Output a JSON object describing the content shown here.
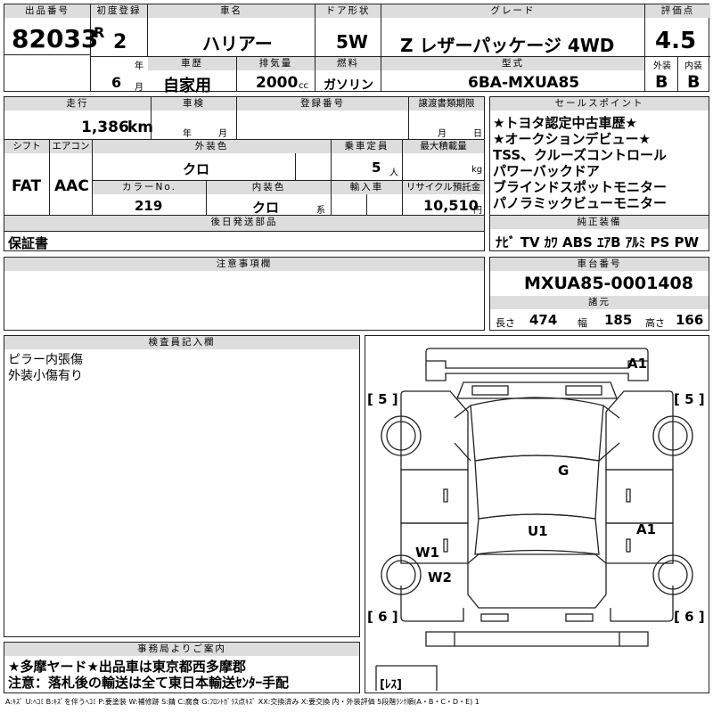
{
  "header": {
    "lot_label": "出品番号",
    "lot_number": "82033",
    "first_reg_label": "初度登録",
    "era": "R",
    "year": "2",
    "year_unit": "年",
    "month": "6",
    "month_unit": "月",
    "car_name_label": "車名",
    "car_name": "ハリアー",
    "door_label": "ドア形状",
    "door": "5W",
    "grade_label": "グレード",
    "grade": "Z レザーパッケージ 4WD",
    "score_label": "評価点",
    "score": "4.5",
    "history_label": "車歴",
    "history": "自家用",
    "displacement_label": "排気量",
    "displacement": "2000",
    "displacement_unit": "cc",
    "fuel_label": "燃料",
    "fuel": "ガソリン",
    "model_label": "型式",
    "model": "6BA-MXUA85",
    "ext_label": "外装",
    "ext": "B",
    "int_label": "内装",
    "int": "B"
  },
  "row2": {
    "mileage_label": "走行",
    "mileage": "1,386",
    "mileage_unit": "km",
    "inspection_label": "車検",
    "inspection_year_unit": "年",
    "inspection_month_unit": "月",
    "reg_no_label": "登録番号",
    "transfer_label": "譲渡書類期限",
    "transfer_month_unit": "月",
    "transfer_day_unit": "日",
    "shift_label": "シフト",
    "shift": "FAT",
    "ac_label": "エアコン",
    "ac": "AAC",
    "ext_color_label": "外装色",
    "ext_color": "クロ",
    "capacity_label": "乗車定員",
    "capacity": "5",
    "capacity_unit": "人",
    "max_load_label": "最大積載量",
    "max_load_unit": "kg",
    "color_no_label": "カラーNo.",
    "color_no": "219",
    "int_color_label": "内装色",
    "int_color": "クロ",
    "int_color_unit": "系",
    "import_label": "輸入車",
    "recycle_label": "リサイクル預託金",
    "recycle": "10,510",
    "recycle_unit": "円",
    "later_parts_label": "後日発送部品",
    "later_parts": "保証書"
  },
  "sales_points": {
    "label": "セールスポイント",
    "lines": [
      "★トヨタ認定中古車歴★",
      "★オークションデビュー★",
      "TSS、クルーズコントロール",
      "パワーバックドア",
      "ブラインドスポットモニター",
      "パノラミックビューモニター"
    ]
  },
  "equipment": {
    "label": "純正装備",
    "items": "ﾅﾋﾞ TV ｶﾜ ABS ｴｱB ｱﾙﾐ PS PW"
  },
  "notes": {
    "label": "注意事項欄"
  },
  "chassis": {
    "label": "車台番号",
    "number": "MXUA85-0001408",
    "spec_label": "諸元",
    "length_label": "長さ",
    "length": "474",
    "width_label": "幅",
    "width": "185",
    "height_label": "高さ",
    "height": "166"
  },
  "inspector": {
    "label": "検査員記入欄",
    "lines": [
      "ピラー内張傷",
      "外装小傷有り"
    ]
  },
  "office": {
    "label": "事務局よりご案内",
    "lines": [
      "★多摩ヤード★出品車は東京都西多摩郡",
      "注意：落札後の輸送は全て東日本輸送ｾﾝﾀｰ手配"
    ]
  },
  "diagram": {
    "marks": {
      "front_right": "A1",
      "glass": "G",
      "roof": "U1",
      "right_rear": "A1",
      "left_w1": "W1",
      "left_w2": "W2"
    },
    "tires": {
      "fl": "[ 5 ]",
      "fr": "[ 5 ]",
      "rl": "[ 6 ]",
      "rr": "[ 6 ]",
      "spare": "[ﾚｽ]"
    }
  },
  "legend": "A:ｷｽﾞ U:ﾍｺﾐ B:ｷｽﾞを伴うﾍｺﾐ P:要塗装 W:補修跡 S:錆 C:腐食 G:ﾌﾛﾝﾄｶﾞﾗｽ点ｷｽﾞ XX:交換済み X:要交換 内・外装評価 5段階ﾗﾝｸ順(A・B・C・D・E) 1"
}
